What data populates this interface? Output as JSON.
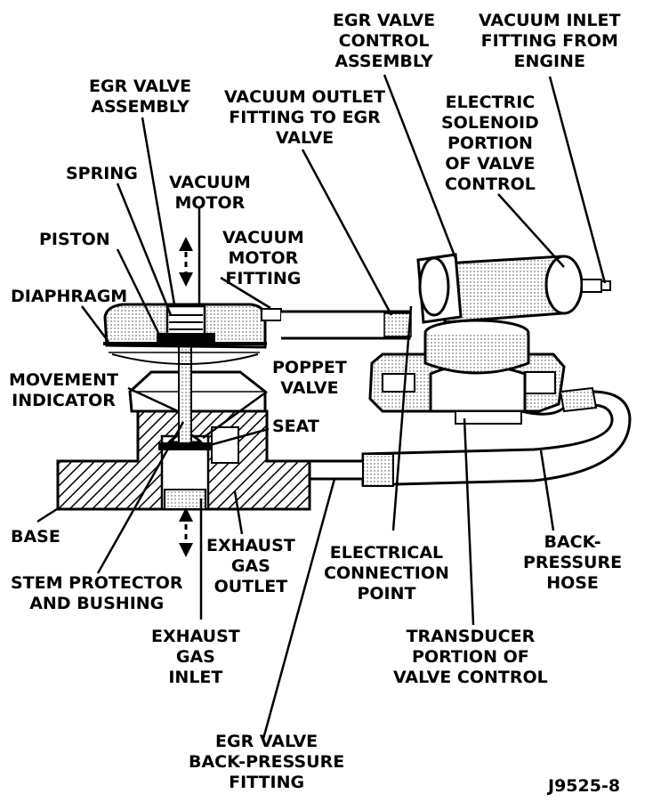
{
  "labels": {
    "egr_valve_assembly": [
      "EGR VALVE",
      "ASSEMBLY"
    ],
    "spring": [
      "SPRING"
    ],
    "vacuum_motor": [
      "VACUUM",
      "MOTOR"
    ],
    "piston": [
      "PISTON"
    ],
    "vacuum_motor_fitting": [
      "VACUUM",
      "MOTOR",
      "FITTING"
    ],
    "diaphragm": [
      "DIAPHRAGM"
    ],
    "movement_indicator": [
      "MOVEMENT",
      "INDICATOR"
    ],
    "poppet_valve": [
      "POPPET",
      "VALVE"
    ],
    "seat": [
      "SEAT"
    ],
    "base": [
      "BASE"
    ],
    "exhaust_gas_outlet": [
      "EXHAUST",
      "GAS",
      "OUTLET"
    ],
    "stem_protector": [
      "STEM PROTECTOR",
      "AND BUSHING"
    ],
    "exhaust_gas_inlet": [
      "EXHAUST",
      "GAS",
      "INLET"
    ],
    "egr_back_pressure_fitting": [
      "EGR VALVE",
      "BACK-PRESSURE",
      "FITTING"
    ],
    "egr_valve_control_assembly": [
      "EGR VALVE",
      "CONTROL",
      "ASSEMBLY"
    ],
    "vacuum_outlet_fitting": [
      "VACUUM OUTLET",
      "FITTING TO EGR",
      "VALVE"
    ],
    "vacuum_inlet_fitting": [
      "VACUUM INLET",
      "FITTING FROM",
      "ENGINE"
    ],
    "electric_solenoid": [
      "ELECTRIC",
      "SOLENOID",
      "PORTION",
      "OF VALVE",
      "CONTROL"
    ],
    "electrical_connection_point": [
      "ELECTRICAL",
      "CONNECTION",
      "POINT"
    ],
    "back_pressure_hose": [
      "BACK-",
      "PRESSURE",
      "HOSE"
    ],
    "transducer": [
      "TRANSDUCER",
      "PORTION OF",
      "VALVE CONTROL"
    ],
    "figure_id": [
      "J9525-8"
    ]
  }
}
